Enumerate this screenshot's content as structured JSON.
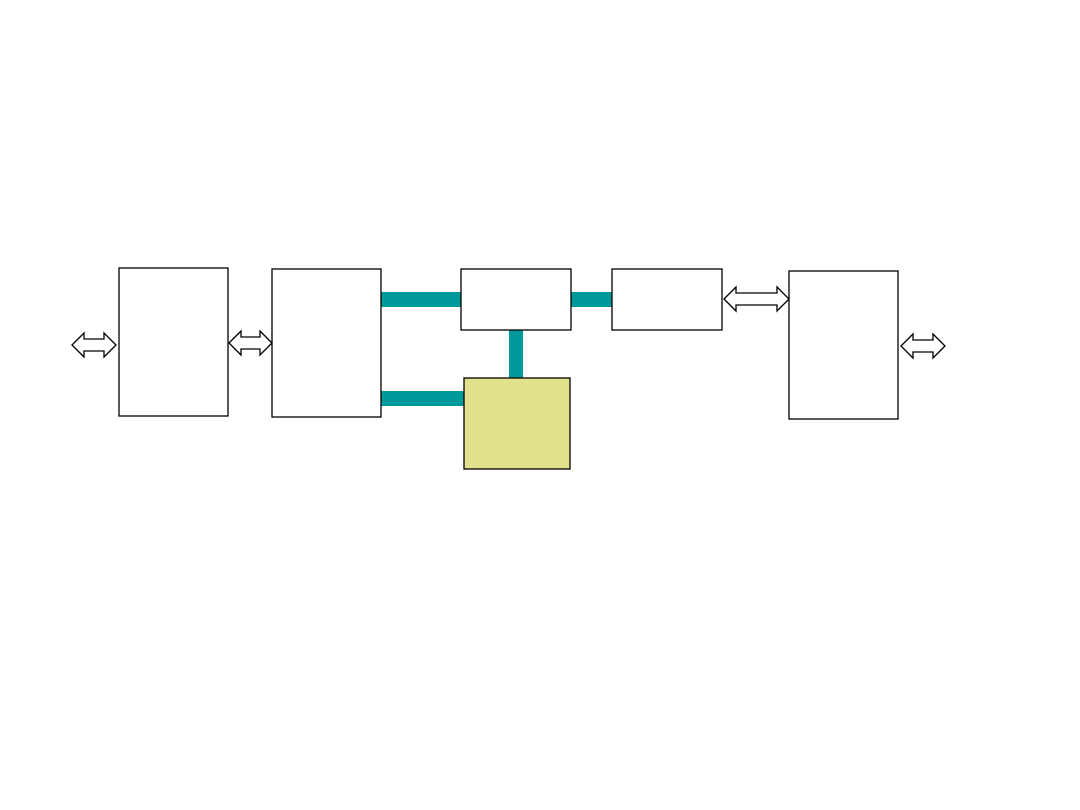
{
  "colors": {
    "background": "#ffffff",
    "box_stroke": "#000000",
    "box_fill": "#ffffff",
    "highlight_fill": "#e1e18e",
    "connector": "#009999",
    "arrow_fill": "#ffffff",
    "arrow_stroke": "#000000"
  },
  "nodes": [
    {
      "id": "box-a",
      "label": ""
    },
    {
      "id": "box-b",
      "label": ""
    },
    {
      "id": "box-c",
      "label": ""
    },
    {
      "id": "box-d",
      "label": ""
    },
    {
      "id": "box-e",
      "label": "",
      "highlighted": true
    },
    {
      "id": "box-f",
      "label": ""
    }
  ],
  "edges": [
    {
      "from": "box-b",
      "to": "box-c",
      "kind": "bus"
    },
    {
      "from": "box-b",
      "to": "box-e",
      "kind": "bus"
    },
    {
      "from": "box-c",
      "to": "box-e",
      "kind": "bus"
    },
    {
      "from": "box-c",
      "to": "box-d",
      "kind": "bus"
    },
    {
      "from": "external-left",
      "to": "box-a",
      "kind": "double-arrow"
    },
    {
      "from": "box-a",
      "to": "box-b",
      "kind": "double-arrow"
    },
    {
      "from": "box-d",
      "to": "box-f",
      "kind": "double-arrow"
    },
    {
      "from": "box-f",
      "to": "external-right",
      "kind": "double-arrow"
    }
  ]
}
